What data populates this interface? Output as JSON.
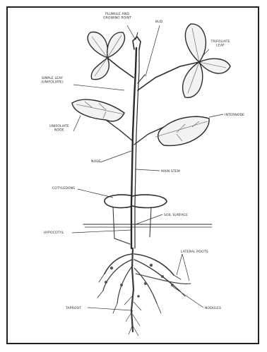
{
  "diagram": {
    "labels": {
      "plumule": "PLUMULE AND\nGROWING POINT",
      "bud": "BUD",
      "trifoliate_leaf_top": "TRIFOLIATE\nLEAF",
      "simple_leaf_upper": "SIMPLE LEAF\n(UNIFOLIATE)",
      "unifoliate_node": "UNIFOLIATE\nNODE",
      "internode": "INTERNODE",
      "node": "NODE",
      "main_stem": "MAIN STEM",
      "cotyledons": "COTYLEDONS",
      "soil_surface": "SOIL SURFACE",
      "hypocotyl": "HYPOCOTYL",
      "lateral_roots": "LATERAL ROOTS",
      "taproot": "TAPROOT",
      "nodules": "NODULES"
    }
  }
}
